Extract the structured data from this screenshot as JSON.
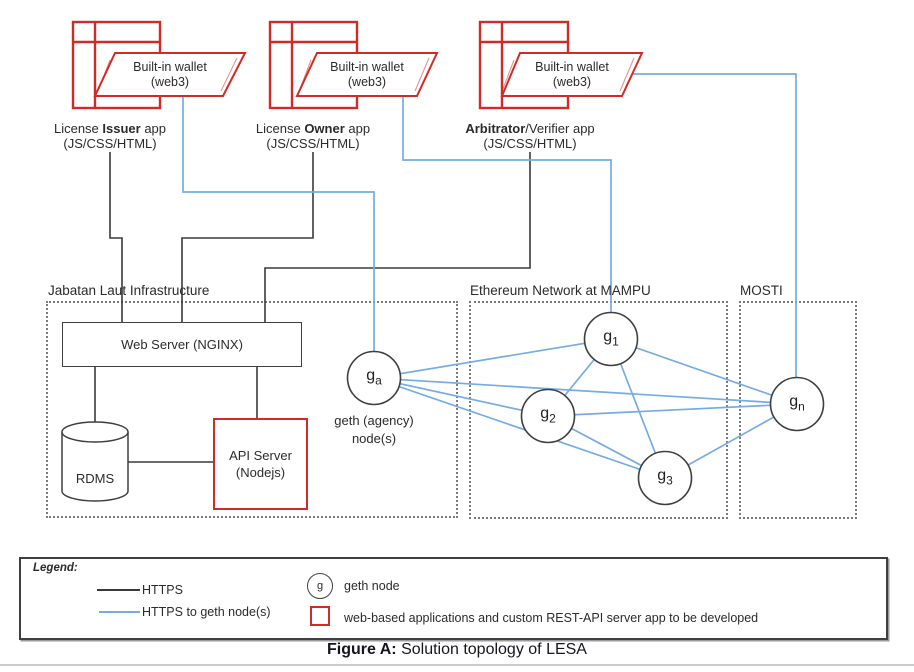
{
  "wallets": [
    {
      "line1": "Built-in wallet",
      "line2": "(web3)"
    },
    {
      "line1": "Built-in wallet",
      "line2": "(web3)"
    },
    {
      "line1": "Built-in wallet",
      "line2": "(web3)"
    }
  ],
  "apps": [
    {
      "prefix": "License ",
      "bold": "Issuer",
      "suffix": " app",
      "line2": "(JS/CSS/HTML)"
    },
    {
      "prefix": "License ",
      "bold": "Owner",
      "suffix": " app",
      "line2": "(JS/CSS/HTML)"
    },
    {
      "prefix": "",
      "bold": "Arbitrator",
      "suffix": "/Verifier app",
      "line2": "(JS/CSS/HTML)"
    }
  ],
  "groups": {
    "jabatan": "Jabatan Laut Infrastructure",
    "ethereum": "Ethereum Network at MAMPU",
    "mosti": "MOSTI"
  },
  "infra": {
    "web_server": "Web Server (NGINX)",
    "rdms": "RDMS",
    "api_line1": "API Server",
    "api_line2": "(Nodejs)"
  },
  "nodes": [
    {
      "main": "g",
      "sub": "a"
    },
    {
      "main": "g",
      "sub": "1"
    },
    {
      "main": "g",
      "sub": "2"
    },
    {
      "main": "g",
      "sub": "3"
    },
    {
      "main": "g",
      "sub": "n"
    }
  ],
  "agency_caption": {
    "line1": "geth (agency)",
    "line2": "node(s)"
  },
  "legend": {
    "title": "Legend:",
    "https": "HTTPS",
    "https_geth": "HTTPS to geth node(s)",
    "node_symbol": "g",
    "geth_node": "geth node",
    "red_box": "web-based applications and custom REST-API server app to be developed"
  },
  "caption": {
    "bold": "Figure A:",
    "rest": " Solution topology of LESA"
  },
  "colors": {
    "red": "#d02b27",
    "blue": "#76ace2",
    "black_line": "#3a3a3a"
  }
}
